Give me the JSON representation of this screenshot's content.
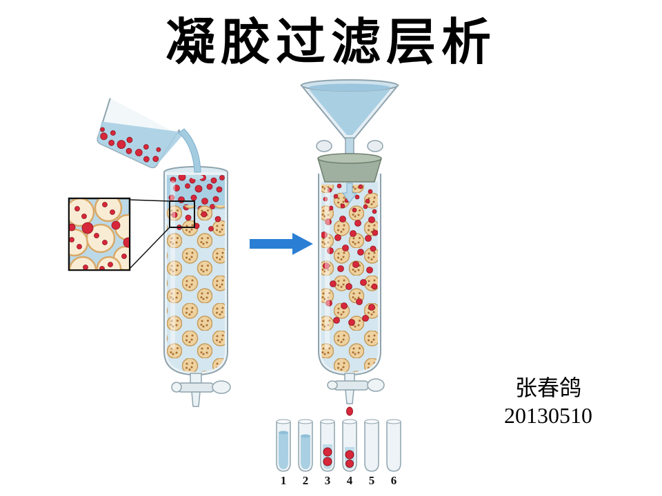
{
  "slide": {
    "title": "凝胶过滤层析",
    "author": "张春鸽",
    "date": "20130510",
    "background": "#ffffff"
  },
  "diagram": {
    "collection_tubes": {
      "labels": [
        "1",
        "2",
        "3",
        "4",
        "5",
        "6"
      ]
    },
    "colors": {
      "liquid_blue": "#a9cfe3",
      "glass_outline": "#8fa3ad",
      "gel_bead_tan": "#eed2a0",
      "sample_red": "#d7273a",
      "stopper_green": "#9fb0a0",
      "arrow_blue": "#2a7fd4"
    }
  }
}
